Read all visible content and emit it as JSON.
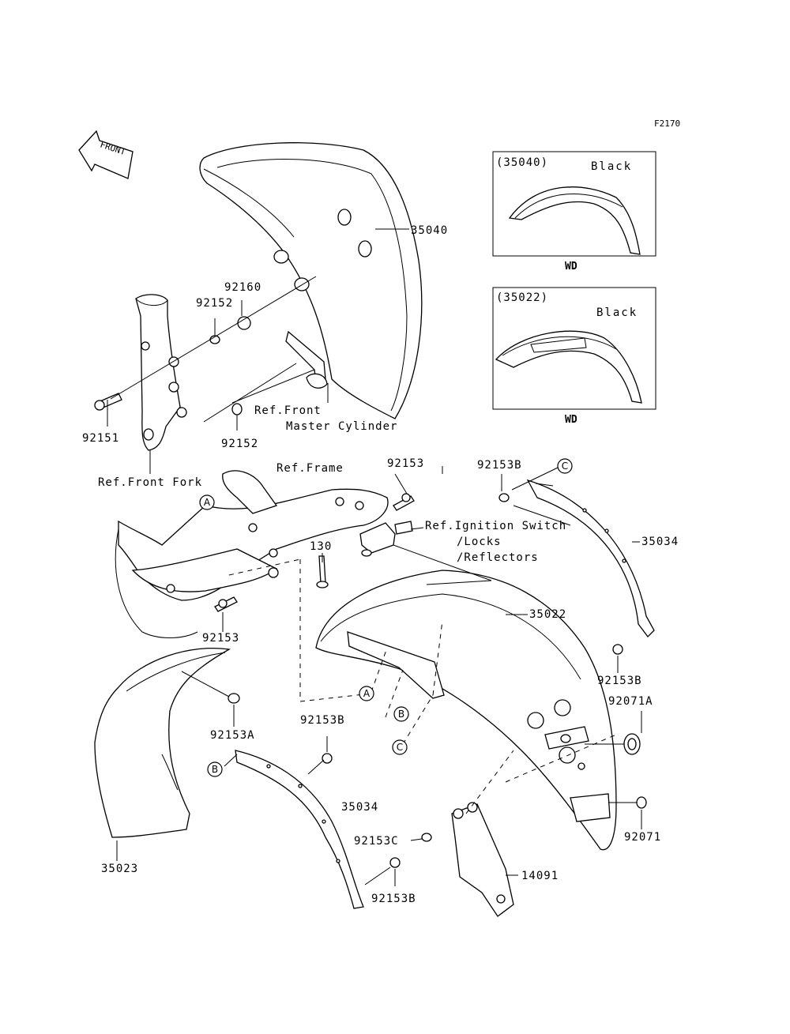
{
  "figure_code": "F2170",
  "direction_label": "FRONT",
  "inset_top": {
    "part_no": "(35040)",
    "color": "Black",
    "variant": "WD"
  },
  "inset_bottom": {
    "part_no": "(35022)",
    "color": "Black",
    "variant": "WD"
  },
  "labels": {
    "p35040": "35040",
    "p92160": "92160",
    "p92152a": "92152",
    "p92151": "92151",
    "p92152b": "92152",
    "ref_front": "Ref.Front",
    "master_cyl": "Master Cylinder",
    "ref_fork": "Ref.Front Fork",
    "ref_frame": "Ref.Frame",
    "p92153top": "92153",
    "p92153B_top": "92153B",
    "ref_ign": "Ref.Ignition Switch",
    "locks": "/Locks",
    "reflectors": "/Reflectors",
    "p130": "130",
    "p35034r": "35034",
    "p35022": "35022",
    "p92153mid": "92153",
    "p92153B_r": "92153B",
    "p92071A": "92071A",
    "p92153A": "92153A",
    "p92153B_mid": "92153B",
    "p35034": "35034",
    "p92153C": "92153C",
    "p92071": "92071",
    "p35023": "35023",
    "p14091": "14091",
    "p92153B_bot": "92153B"
  },
  "callouts": {
    "A": "A",
    "B": "B",
    "C": "C"
  }
}
